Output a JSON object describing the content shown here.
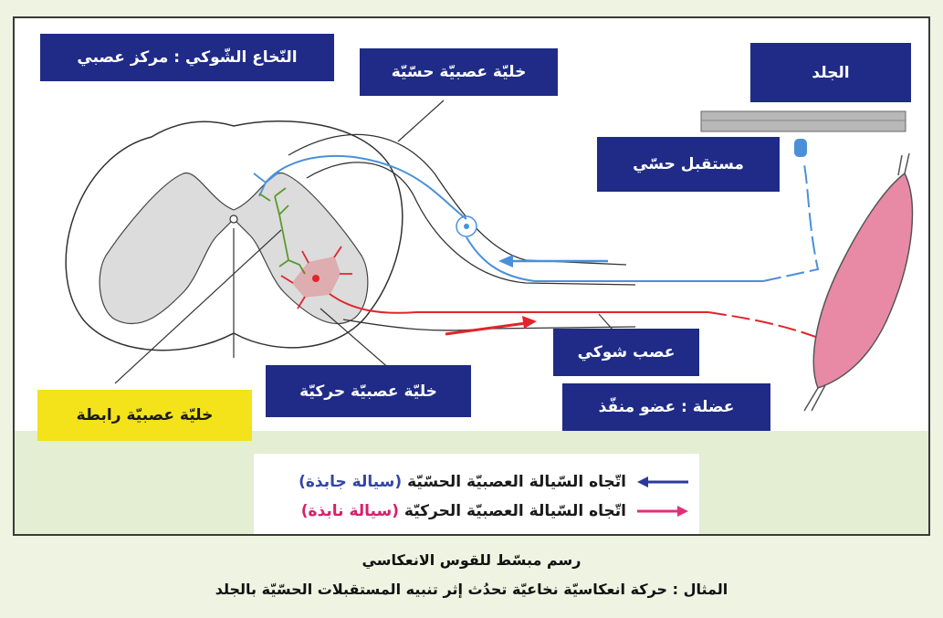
{
  "labels": {
    "spinal_cord": "النّخاع الشّوكي : مركز عصبي",
    "sensory_neuron": "خليّة عصبيّة حسّيّة",
    "skin": "الجلد",
    "sensory_receptor": "مستقبل حسّي",
    "spinal_nerve": "عصب شوكي",
    "motor_neuron": "خليّة عصبيّة حركيّة",
    "effector": "عضلة : عضو منفّذ",
    "interneuron": "خليّة عصبيّة رابطة"
  },
  "legend": {
    "sensory_text": "اتّجاه السّيالة العصبيّة الحسّيّة",
    "sensory_paren": "(سيالة جابذة)",
    "motor_text": "اتّجاه السّيالة  العصبيّة الحركيّة",
    "motor_paren": "(سيالة نابذة)"
  },
  "caption": {
    "title": "رسم مبسّط للقوس الانعكاسي",
    "example": "المثال : حركة انعكاسيّة نخاعيّة تحدُث إثر تنبيه المستقبلات الحسّيّة بالجلد"
  },
  "colors": {
    "label_bg": "#1f2b87",
    "highlight_bg": "#f4e21a",
    "sensory": "#4a90d9",
    "motor": "#e0252b",
    "interneuron": "#5a9a2f",
    "muscle": "#e88aa5",
    "legend_sensory_arrow": "#2a3a9a",
    "legend_motor_arrow": "#e0307a"
  }
}
